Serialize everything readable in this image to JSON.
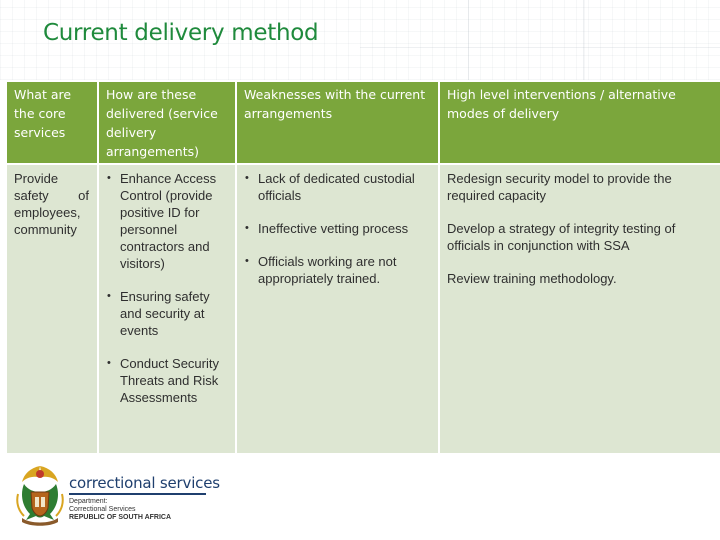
{
  "title": "Current delivery method",
  "table": {
    "headers": [
      "What are the core services",
      "How are these delivered (service delivery arrangements)",
      "Weaknesses with the current arrangements",
      "High level interventions / alternative modes of delivery"
    ],
    "core_service": "Provide safety of employees, community",
    "delivery": [
      "Enhance Access Control (provide positive ID for personnel contractors and visitors)",
      "Ensuring safety and security at events",
      "Conduct Security Threats and Risk Assessments"
    ],
    "weaknesses": [
      "Lack of dedicated custodial officials",
      "Ineffective vetting process",
      "Officials working are not appropriately trained."
    ],
    "interventions": [
      "Redesign security model to provide the required capacity",
      "Develop a strategy of integrity testing of officials in conjunction with SSA",
      "Review training methodology."
    ]
  },
  "footer": {
    "brand": "correctional services",
    "dept_line1": "Department:",
    "dept_line2": "Correctional Services",
    "dept_line3": "REPUBLIC OF SOUTH AFRICA"
  },
  "colors": {
    "title_green": "#1f8a3c",
    "header_green": "#7ba63c",
    "cell_bg": "#dde6d2",
    "brand_navy": "#1f3f6e"
  },
  "icons": [
    "coat-of-arms-icon"
  ]
}
